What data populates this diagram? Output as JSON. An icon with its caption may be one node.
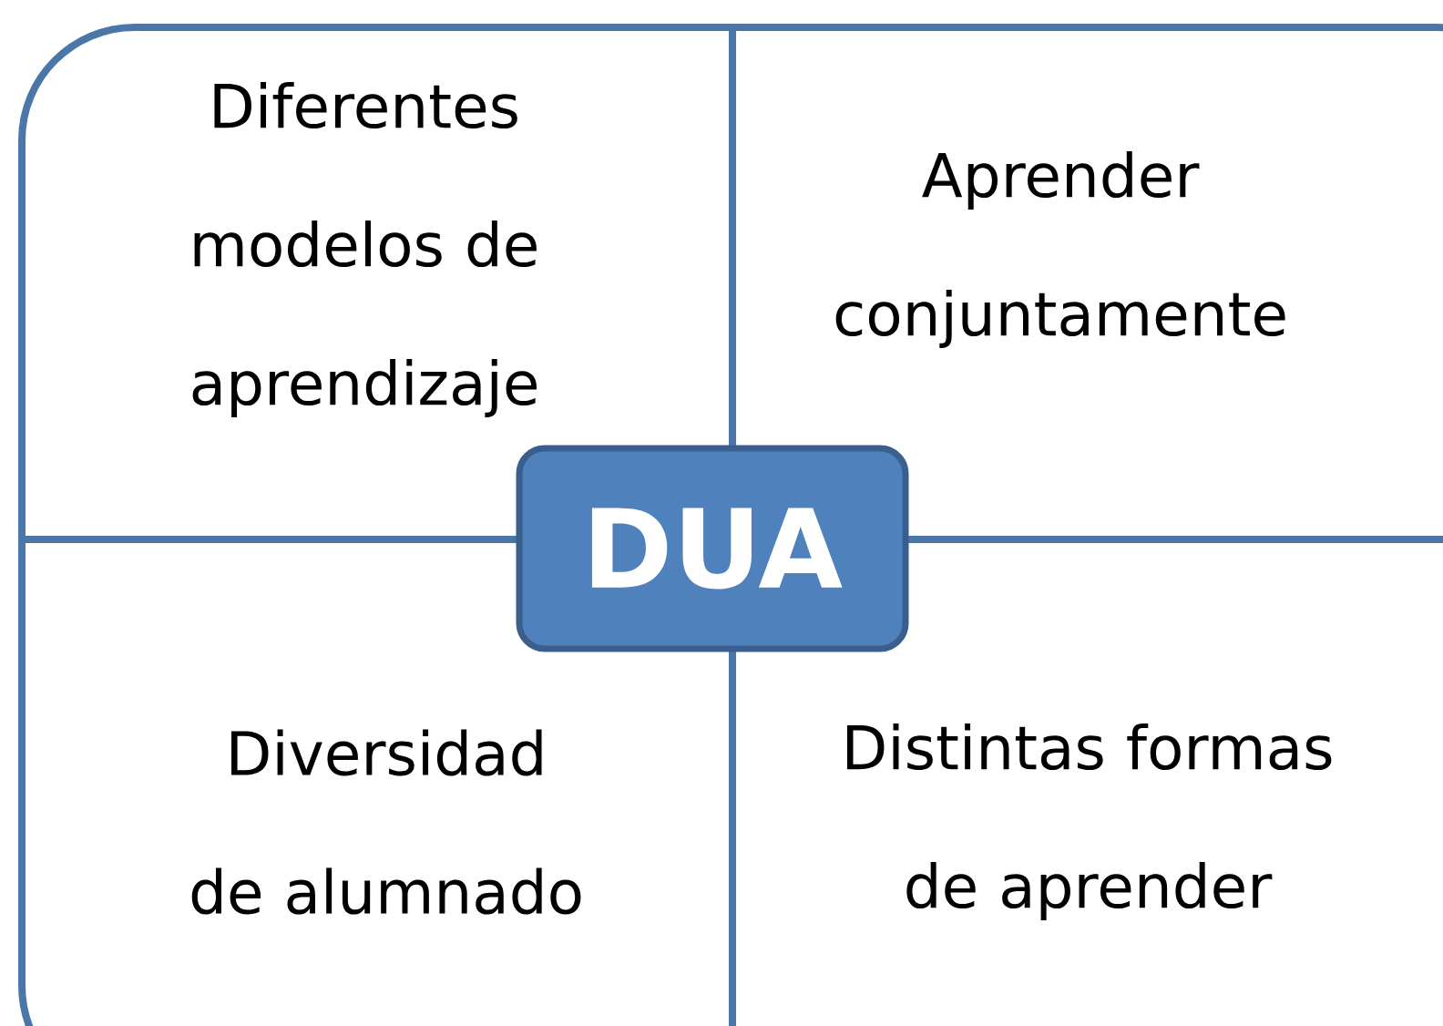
{
  "diagram": {
    "nodes": [
      {
        "text": [
          "Diferentes modelos de aprendizaje"
        ]
      },
      {
        "text": [
          "Aprender conjuntamente"
        ]
      },
      {
        "text": [
          "DUA"
        ]
      },
      {
        "text": [
          "Diversidad de alumnado"
        ]
      },
      {
        "text": [
          "Distintas formas de aprender"
        ]
      }
    ]
  }
}
